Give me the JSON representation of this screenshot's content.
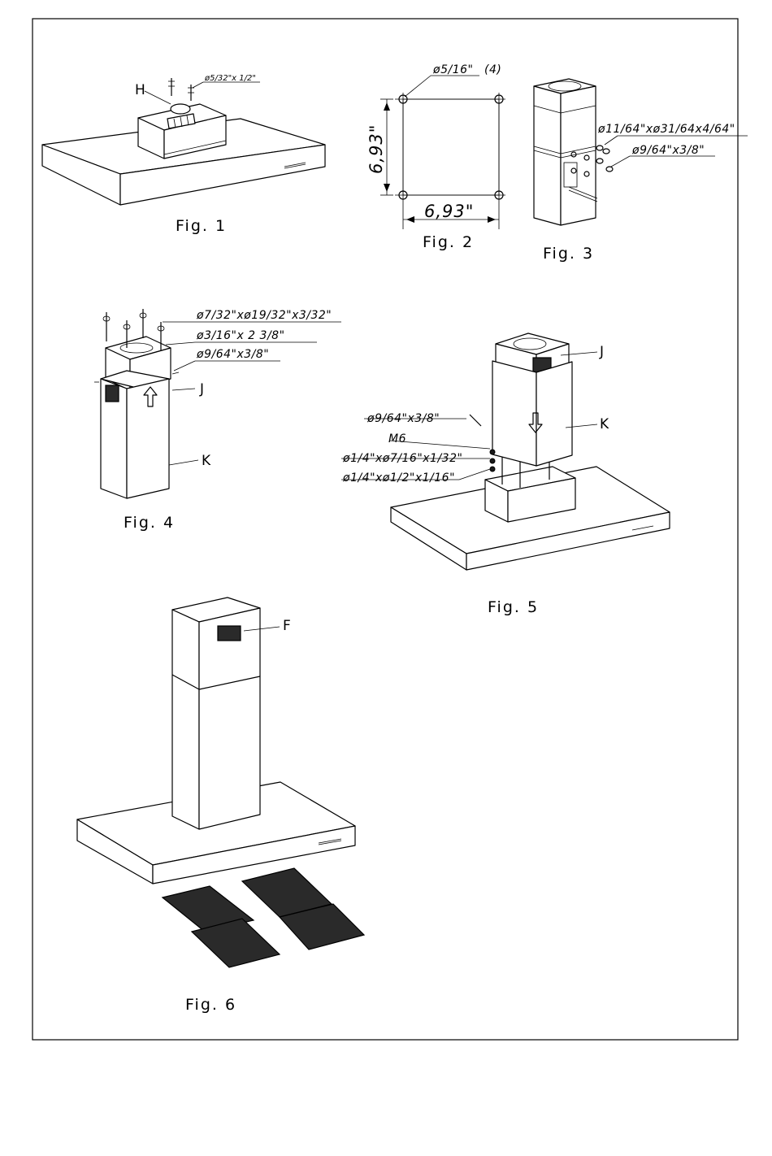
{
  "fig1": {
    "caption": "Fig. 1",
    "label_h": "H",
    "screw": "ø5/32\"x 1/2\""
  },
  "fig2": {
    "caption": "Fig. 2",
    "holes": "ø5/16\"",
    "holes_count": "(4)",
    "dim_vertical": "6,93\"",
    "dim_horizontal": "6,93\""
  },
  "fig3": {
    "caption": "Fig. 3",
    "washer": "ø11/64\"xø31/64x4/64\"",
    "screw": "ø9/64\"x3/8\""
  },
  "fig4": {
    "caption": "Fig. 4",
    "washer": "ø7/32\"xø19/32\"x3/32\"",
    "plug": "ø3/16\"x 2 3/8\"",
    "screw": "ø9/64\"x3/8\"",
    "label_j": "J",
    "label_k": "K"
  },
  "fig5": {
    "caption": "Fig. 5",
    "screw": "ø9/64\"x3/8\"",
    "nut": "M6",
    "washer_small": "ø1/4\"xø7/16\"x1/32\"",
    "washer_large": "ø1/4\"xø1/2\"x1/16\"",
    "label_j": "J",
    "label_k": "K"
  },
  "fig6": {
    "caption": "Fig. 6",
    "label_f": "F"
  }
}
